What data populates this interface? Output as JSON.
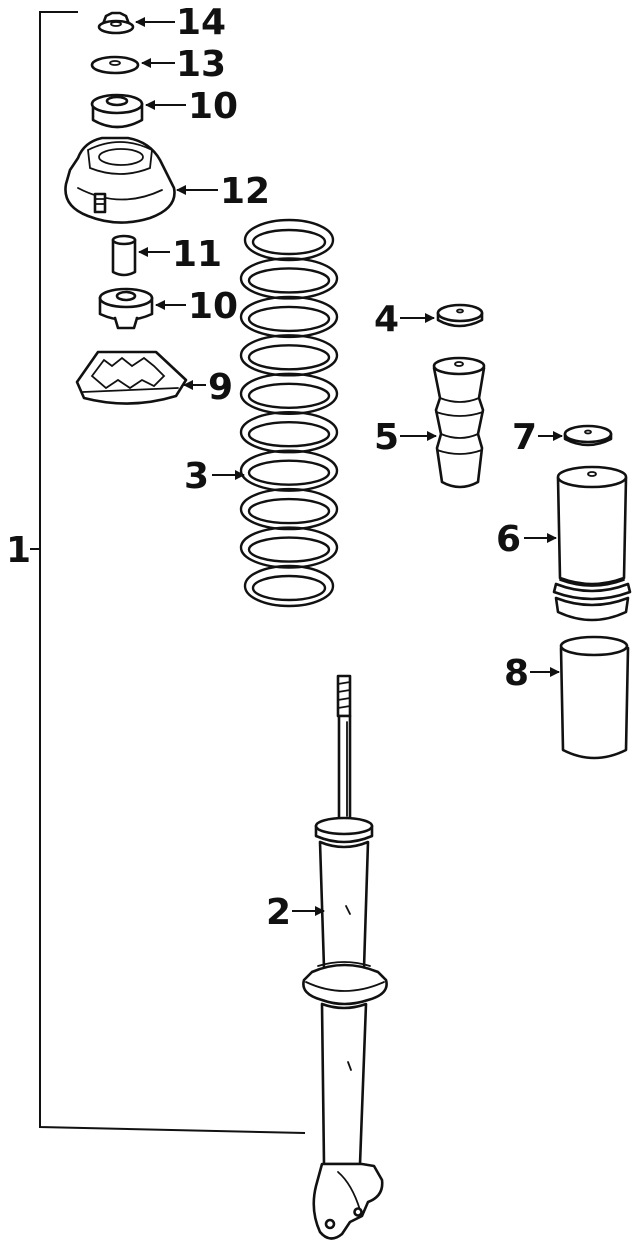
{
  "callouts": [
    {
      "id": "1",
      "label": "1"
    },
    {
      "id": "2",
      "label": "2"
    },
    {
      "id": "3",
      "label": "3"
    },
    {
      "id": "4",
      "label": "4"
    },
    {
      "id": "5",
      "label": "5"
    },
    {
      "id": "6",
      "label": "6"
    },
    {
      "id": "7",
      "label": "7"
    },
    {
      "id": "8",
      "label": "8"
    },
    {
      "id": "9",
      "label": "9"
    },
    {
      "id": "10a",
      "label": "10"
    },
    {
      "id": "10b",
      "label": "10"
    },
    {
      "id": "11",
      "label": "11"
    },
    {
      "id": "12",
      "label": "12"
    },
    {
      "id": "13",
      "label": "13"
    },
    {
      "id": "14",
      "label": "14"
    }
  ],
  "colors": {
    "ink": "#111111",
    "background": "#ffffff"
  }
}
